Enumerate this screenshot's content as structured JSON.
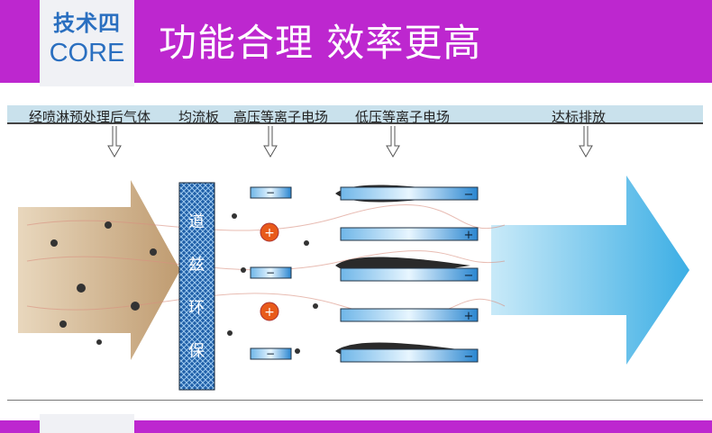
{
  "header": {
    "badge_cn": "技术四",
    "badge_en": "CORE",
    "title": "功能合理 效率更高"
  },
  "diagram": {
    "labels": [
      "经喷淋预处理后气体",
      "均流板",
      "高压等离子电场",
      "低压等离子电场",
      "达标排放"
    ],
    "plate_text": [
      "道",
      "兹",
      "环",
      "保"
    ],
    "minus": "−",
    "plus": "+"
  },
  "colors": {
    "accent": "#bd27cf",
    "badge_text": "#2a6fc0"
  }
}
